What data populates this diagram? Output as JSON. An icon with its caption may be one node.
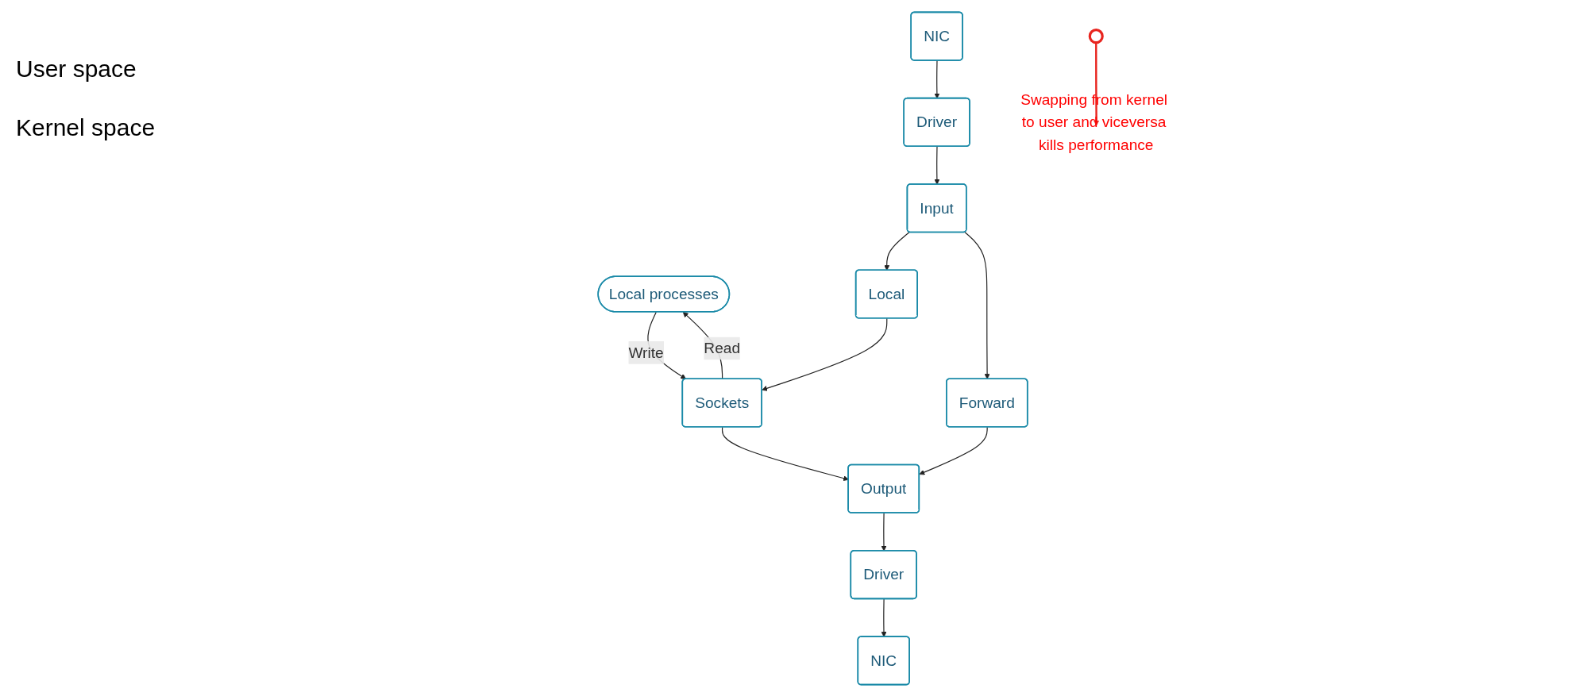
{
  "diagram": {
    "nodes": [
      {
        "text": [
          "Local processes"
        ]
      },
      {
        "text": [
          "Sockets"
        ]
      },
      {
        "text": [
          "Local"
        ]
      },
      {
        "text": [
          "Input"
        ]
      },
      {
        "text": [
          "Forward"
        ]
      },
      {
        "text": [
          "Output"
        ]
      },
      {
        "text": [
          "Driver"
        ]
      },
      {
        "text": [
          "NIC"
        ]
      },
      {
        "text": [
          "Driver"
        ]
      },
      {
        "text": [
          "NIC"
        ]
      },
      {
        "text": [
          "Swapping from kernel to user and viceversa kills performance"
        ]
      },
      {
        "text": [],
        "shape": "circle"
      }
    ],
    "edges": [
      {
        "from": 1,
        "to": 0,
        "arrow": "to",
        "label": "Read"
      },
      {
        "from": 0,
        "to": 1,
        "arrow": "to",
        "label": "Write"
      },
      {
        "from": 2,
        "to": 1,
        "arrow": "to"
      },
      {
        "from": 1,
        "to": 5,
        "arrow": "to"
      },
      {
        "from": 3,
        "to": 2,
        "arrow": "to"
      },
      {
        "from": 3,
        "to": 4,
        "arrow": "to"
      },
      {
        "from": 4,
        "to": 5,
        "arrow": "to"
      },
      {
        "from": 5,
        "to": 8,
        "arrow": "to"
      },
      {
        "from": 8,
        "to": 9,
        "arrow": "to"
      },
      {
        "from": 6,
        "to": 3,
        "arrow": "to"
      },
      {
        "from": 7,
        "to": 6,
        "arrow": "to"
      },
      {
        "from": 11,
        "to": 10,
        "arrow": "to",
        "color": "#e8251f"
      }
    ],
    "labels": [
      "User space",
      "Kernel space"
    ]
  }
}
